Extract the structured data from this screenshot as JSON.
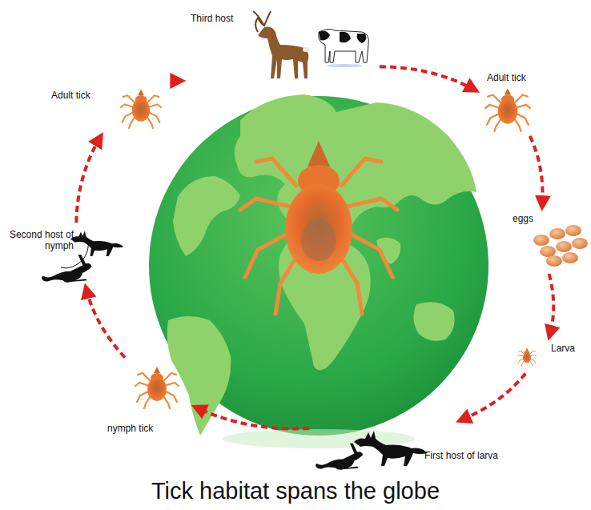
{
  "diagram": {
    "caption": "Tick habitat spans the globe",
    "nodes": [
      {
        "text": [
          "Third host"
        ]
      },
      {
        "text": [
          "Adult tick"
        ]
      },
      {
        "text": [
          "eggs"
        ]
      },
      {
        "text": [
          "Larva"
        ]
      },
      {
        "text": [
          "First host of larva"
        ]
      },
      {
        "text": [
          "nymph tick"
        ]
      },
      {
        "text": [
          "Second host of nymph"
        ]
      },
      {
        "text": [
          "Adult tick"
        ]
      }
    ],
    "edges": [
      {
        "from": 0,
        "to": 1,
        "arrow": "to"
      },
      {
        "from": 1,
        "to": 2,
        "arrow": "to"
      },
      {
        "from": 2,
        "to": 3,
        "arrow": "to"
      },
      {
        "from": 3,
        "to": 4,
        "arrow": "to"
      },
      {
        "from": 4,
        "to": 5,
        "arrow": "to"
      },
      {
        "from": 5,
        "to": 6,
        "arrow": "to"
      },
      {
        "from": 6,
        "to": 7,
        "arrow": "to"
      },
      {
        "from": 7,
        "to": 0,
        "arrow": "to"
      }
    ]
  }
}
